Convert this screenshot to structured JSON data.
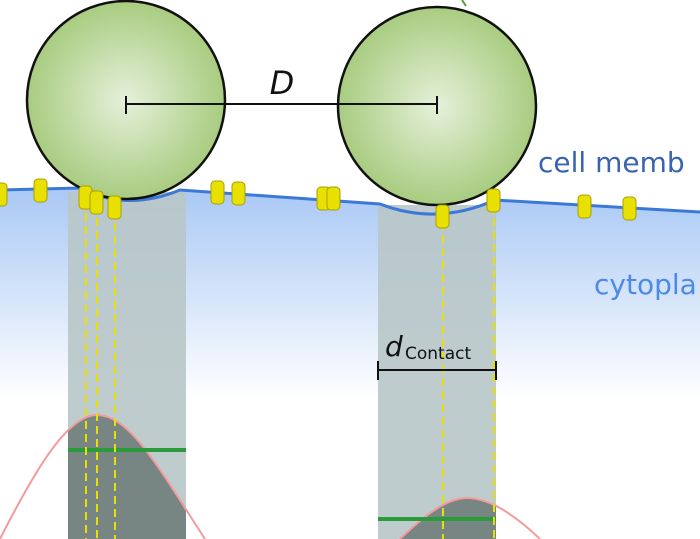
{
  "labels": {
    "distance": "D",
    "membrane": "cell memb",
    "cytoplasm": "cytopla",
    "contact_main": "d",
    "contact_sub": "Contact"
  },
  "colors": {
    "particle": "#b5d48f",
    "membrane": "#3c78d8",
    "membrane_text": "#3a63b0",
    "cytoplasm_text": "#4d8ae8",
    "receptor": "#e8e000",
    "column": "#b8c7c8",
    "column_dark": "#778583",
    "threshold": "#2a9a3a",
    "curve": "#f59a9a"
  }
}
